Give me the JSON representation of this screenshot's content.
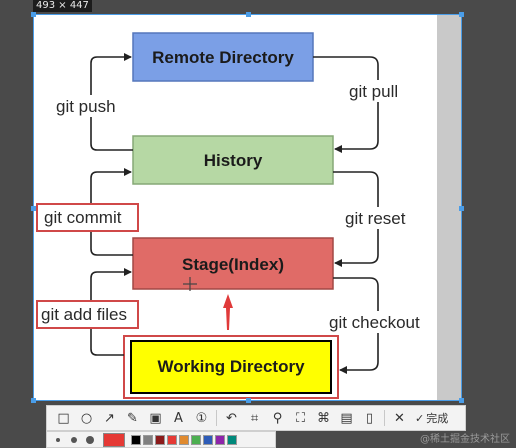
{
  "screenshot": {
    "size_badge": "493 × 447"
  },
  "diagram": {
    "nodes": {
      "remote": {
        "label": "Remote Directory",
        "fill": "#7b9fe6",
        "stroke": "#5577bb"
      },
      "history": {
        "label": "History",
        "fill": "#b6d8a4",
        "stroke": "#86a876"
      },
      "stage": {
        "label": "Stage(Index)",
        "fill": "#e06b67",
        "stroke": "#a24845"
      },
      "working": {
        "label": "Working Directory",
        "fill": "#ffff00",
        "stroke": "#000000"
      }
    },
    "commands": {
      "push": "git push",
      "pull": "git pull",
      "commit": "git commit",
      "reset": "git reset",
      "add": "git add files",
      "checkout": "git checkout"
    },
    "highlight_color": "#d04848",
    "annotation_arrow_color": "#e03a3a"
  },
  "toolbar": {
    "tools": [
      {
        "name": "rectangle-tool-icon",
        "glyph": "□"
      },
      {
        "name": "ellipse-tool-icon",
        "glyph": "○"
      },
      {
        "name": "arrow-tool-icon",
        "glyph": "↗"
      },
      {
        "name": "pen-tool-icon",
        "glyph": "✎"
      },
      {
        "name": "mosaic-tool-icon",
        "glyph": "▣"
      },
      {
        "name": "text-tool-icon",
        "glyph": "A"
      },
      {
        "name": "number-marker-tool-icon",
        "glyph": "①"
      },
      {
        "name": "undo-icon",
        "glyph": "↶"
      },
      {
        "name": "crop-tool-icon",
        "glyph": "⌗"
      },
      {
        "name": "pin-tool-icon",
        "glyph": "⚲"
      },
      {
        "name": "scan-tool-icon",
        "glyph": "⛶"
      },
      {
        "name": "ocr-tool-icon",
        "glyph": "⌘"
      },
      {
        "name": "save-icon",
        "glyph": "▤"
      },
      {
        "name": "bookmark-icon",
        "glyph": "▯"
      },
      {
        "name": "close-icon",
        "glyph": "✕"
      }
    ],
    "done_glyph": "✓",
    "done_label": "完成"
  },
  "palette": {
    "current": "#e53935",
    "swatches": [
      "#000000",
      "#808080",
      "#8b1a1a",
      "#e53935",
      "#e08a2e",
      "#4caf50",
      "#2e5cb8",
      "#8e24aa",
      "#00897b"
    ]
  },
  "watermark": "@稀土掘金技术社区"
}
